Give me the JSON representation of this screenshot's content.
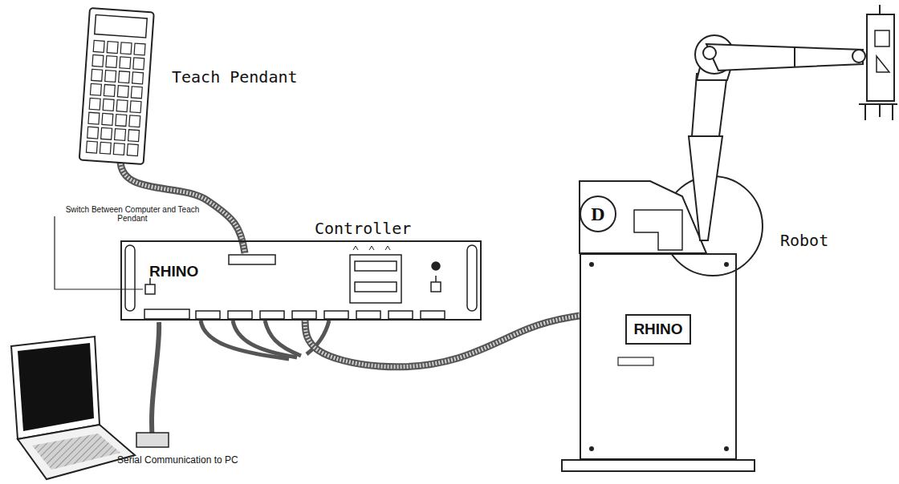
{
  "diagram": {
    "nodes": [
      {
        "text": [
          "RHINO"
        ]
      },
      {
        "text": [
          "RHINO"
        ]
      },
      {
        "text": [
          "D"
        ]
      }
    ],
    "edges": [
      {
        "from": 0,
        "to": 1,
        "arrow": "none"
      }
    ],
    "labels": [
      "Teach Pendant",
      "Switch Between Computer and Teach Pendant",
      "Controller",
      "Robot",
      "Serial Communication to PC"
    ]
  }
}
